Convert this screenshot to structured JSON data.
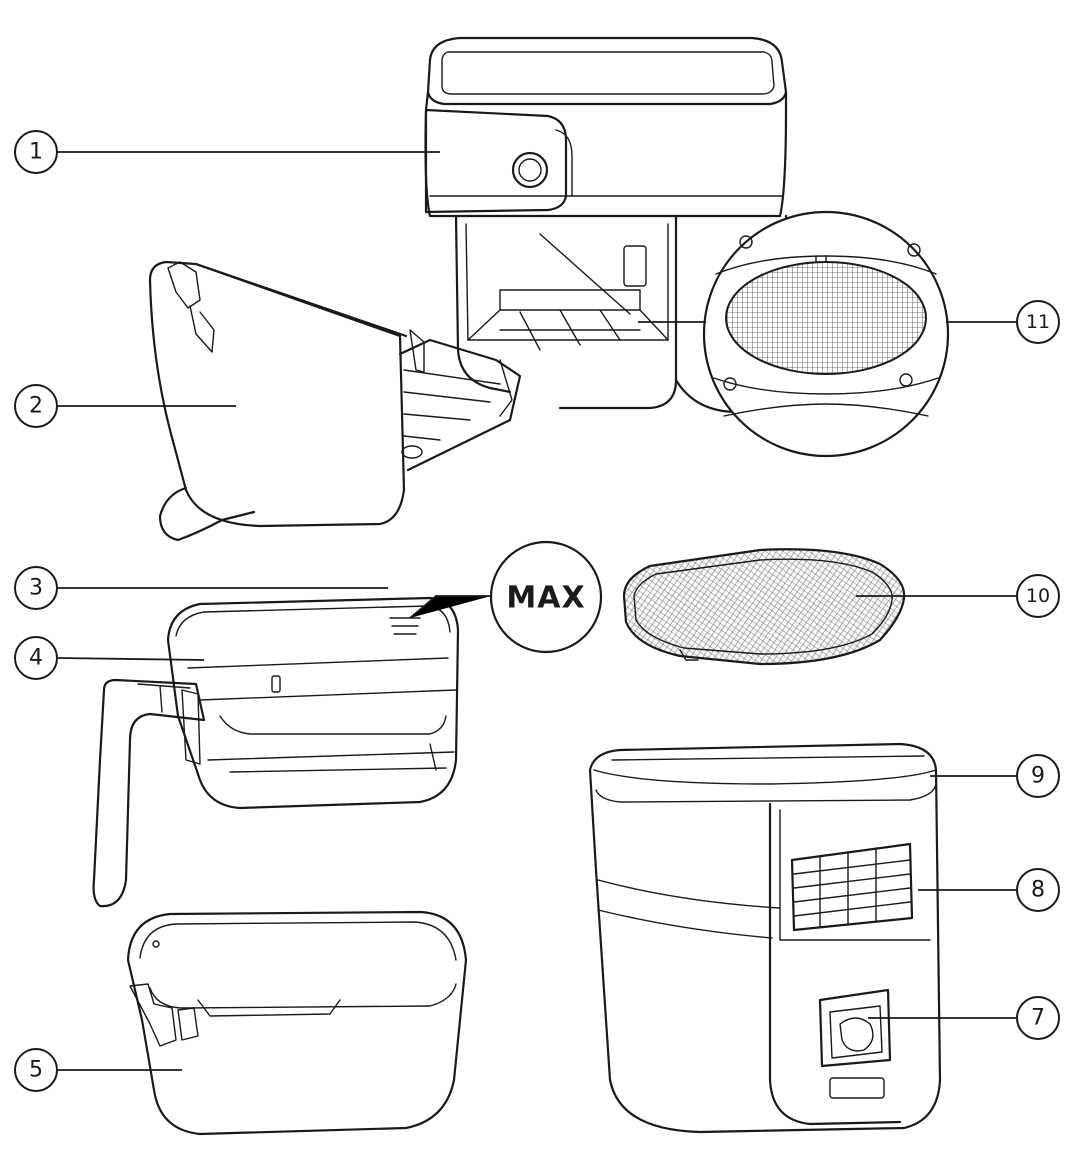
{
  "diagram": {
    "callouts": [
      {
        "id": "1",
        "label": "1"
      },
      {
        "id": "2",
        "label": "2"
      },
      {
        "id": "3",
        "label": "3"
      },
      {
        "id": "4",
        "label": "4"
      },
      {
        "id": "5",
        "label": "5"
      },
      {
        "id": "7",
        "label": "7"
      },
      {
        "id": "8",
        "label": "8"
      },
      {
        "id": "9",
        "label": "9"
      },
      {
        "id": "10",
        "label": "10"
      },
      {
        "id": "11",
        "label": "11"
      }
    ],
    "max_marker": "MAX"
  }
}
